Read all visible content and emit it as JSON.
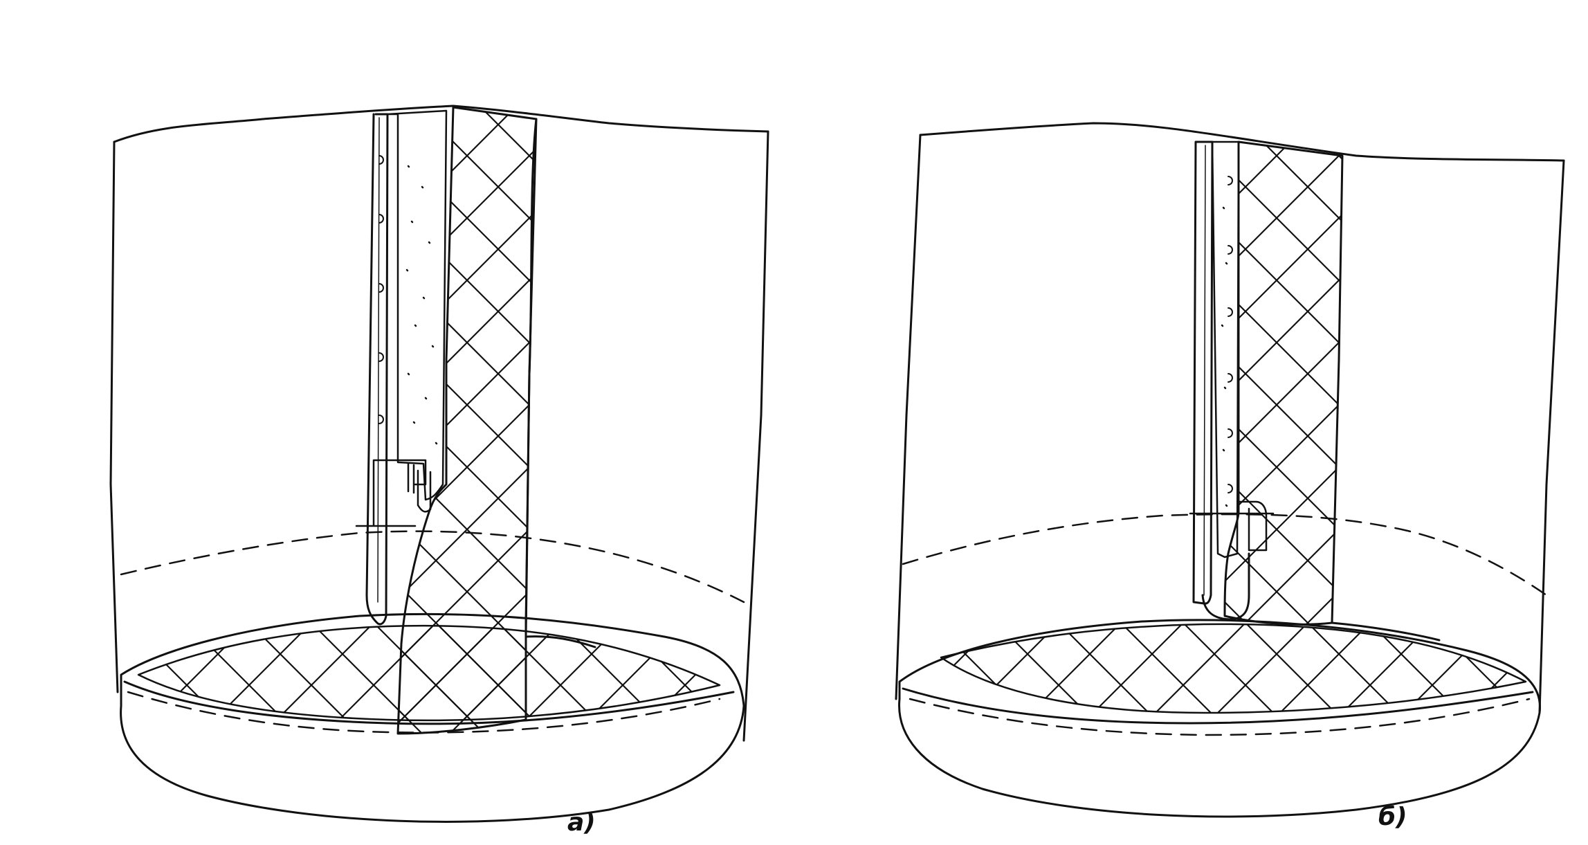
{
  "figures": [
    {
      "id": "a",
      "label": "а)"
    },
    {
      "id": "b",
      "label": "б)"
    }
  ],
  "style": {
    "ink": "#111111",
    "paper": "#ffffff"
  }
}
